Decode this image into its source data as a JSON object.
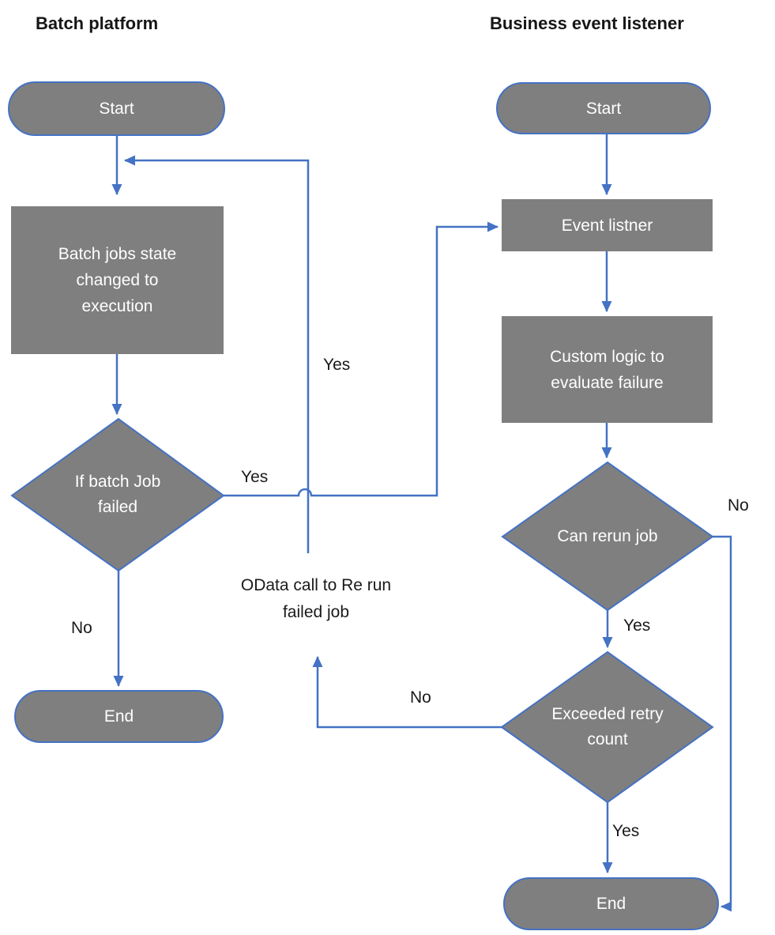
{
  "diagram": {
    "titles": {
      "left": "Batch platform",
      "right": "Business event listener"
    },
    "colors": {
      "shape_fill": "#7f7f7f",
      "shape_border": "#4472C4",
      "line": "#4472C4",
      "shape_text": "#ffffff",
      "label_text": "#1a1a1a",
      "title_text": "#161616"
    },
    "nodes": {
      "start_left": "Start",
      "batch_jobs": "Batch jobs state changed to execution",
      "if_batch_failed": "If batch Job failed",
      "end_left": "End",
      "start_right": "Start",
      "event_listener": "Event listner",
      "custom_logic": "Custom logic to evaluate failure",
      "can_rerun": "Can rerun job",
      "exceeded_retry": "Exceeded retry count",
      "end_right": "End"
    },
    "labels": {
      "yes_batch_failed": "Yes",
      "no_batch_failed": "No",
      "yes_return": "Yes",
      "no_can_rerun": "No",
      "yes_can_rerun": "Yes",
      "no_exceeded": "No",
      "yes_exceeded": "Yes",
      "odata_call": "OData call to Re run failed job"
    }
  }
}
